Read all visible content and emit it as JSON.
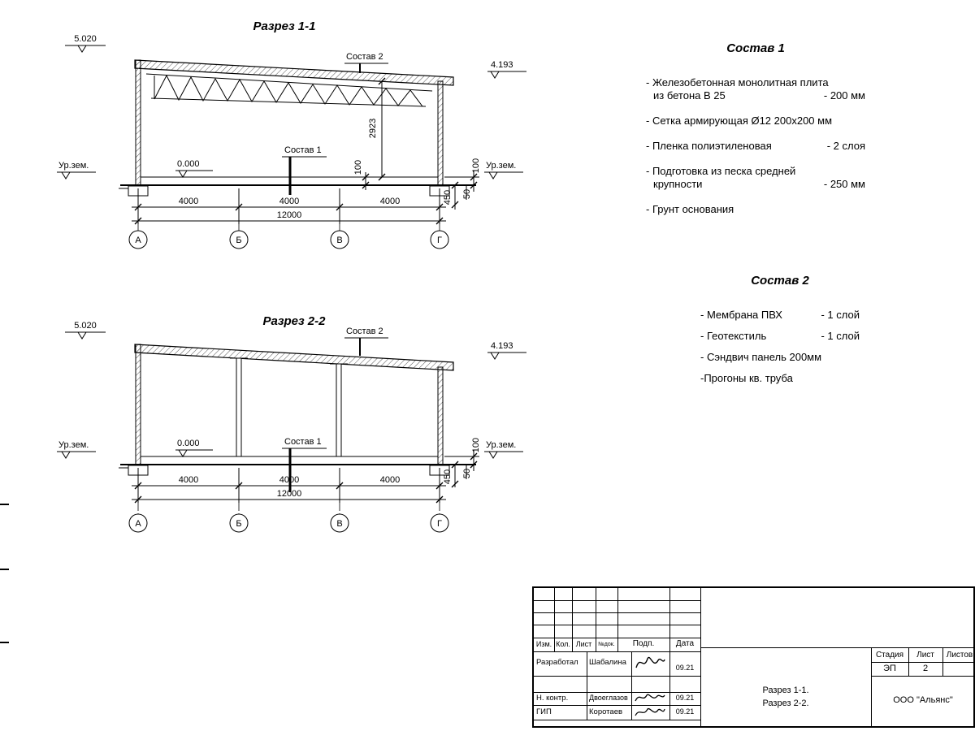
{
  "section1": {
    "title": "Разрез 1-1",
    "elev_top": "5.020",
    "elev_right": "4.193",
    "ground_left": "Ур.зем.",
    "ground_right": "Ур.зем.",
    "zero": "0.000",
    "label_sostav1": "Состав 1",
    "label_sostav2": "Состав 2",
    "dim_height": "2923",
    "dim_floor_left": "100",
    "dim_floor_right": "100",
    "dim_found": "450",
    "dim_50": "50",
    "dims": [
      "4000",
      "4000",
      "4000"
    ],
    "dim_total": "12000",
    "axes": [
      "А",
      "Б",
      "В",
      "Г"
    ]
  },
  "section2": {
    "title": "Разрез 2-2",
    "elev_top": "5.020",
    "elev_right": "4.193",
    "ground_left": "Ур.зем.",
    "ground_right": "Ур.зем.",
    "zero": "0.000",
    "label_sostav1": "Состав 1",
    "label_sostav2": "Состав 2",
    "dim_floor_right": "100",
    "dim_found": "450",
    "dim_50": "50",
    "dims": [
      "4000",
      "4000",
      "4000"
    ],
    "dim_total": "12000",
    "axes": [
      "А",
      "Б",
      "В",
      "Г"
    ]
  },
  "sostav1": {
    "title": "Состав 1",
    "items": [
      {
        "line1": "- Железобетонная  монолитная плита",
        "line2": "из бетона В 25",
        "value": "- 200 мм"
      },
      {
        "line1": "- Сетка армирующая Ø12 200х200 мм",
        "line2": "",
        "value": ""
      },
      {
        "line1": "- Пленка полиэтиленовая",
        "line2": "",
        "value": "- 2 слоя"
      },
      {
        "line1": "- Подготовка из песка средней",
        "line2": "крупности",
        "value": "- 250 мм"
      },
      {
        "line1": "- Грунт основания",
        "line2": "",
        "value": ""
      }
    ]
  },
  "sostav2": {
    "title": "Состав 2",
    "items": [
      {
        "line1": "- Мембрана ПВХ",
        "value": "- 1 слой"
      },
      {
        "line1": "- Геотекстиль",
        "value": "- 1 слой"
      },
      {
        "line1": "- Сэндвич панель 200мм",
        "value": ""
      },
      {
        "line1": "-Прогоны кв. труба",
        "value": ""
      }
    ]
  },
  "titleblock": {
    "cols": [
      "Изм.",
      "Кол.",
      "Лист",
      "№док.",
      "Подп.",
      "Дата"
    ],
    "rows": [
      {
        "role": "Разработал",
        "name": "Шабалина",
        "date": "09.21"
      },
      {
        "role": "Н. контр.",
        "name": "Двоеглазов",
        "date": "09.21"
      },
      {
        "role": "ГИП",
        "name": "Коротаев",
        "date": "09.21"
      }
    ],
    "doc_line1": "Разрез 1-1.",
    "doc_line2": "Разрез 2-2.",
    "stage_label": "Стадия",
    "sheet_label": "Лист",
    "sheets_label": "Листов",
    "stage_value": "ЭП",
    "sheet_value": "2",
    "company": "ООО \"Альянс\""
  }
}
